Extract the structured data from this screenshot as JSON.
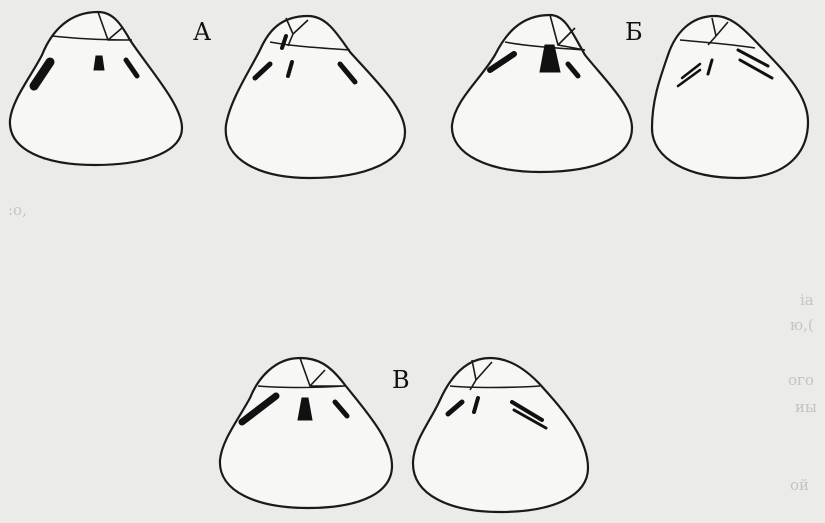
{
  "groups": [
    {
      "label": "А"
    },
    {
      "label": "Б"
    },
    {
      "label": "В"
    }
  ],
  "background_bleed_fragments": [
    ":о,",
    "ia",
    "ю,(",
    "ого",
    "иы",
    "ой"
  ],
  "colors": {
    "ink": "#111111",
    "paper": "#ebebe9",
    "fill": "#f7f7f5"
  }
}
